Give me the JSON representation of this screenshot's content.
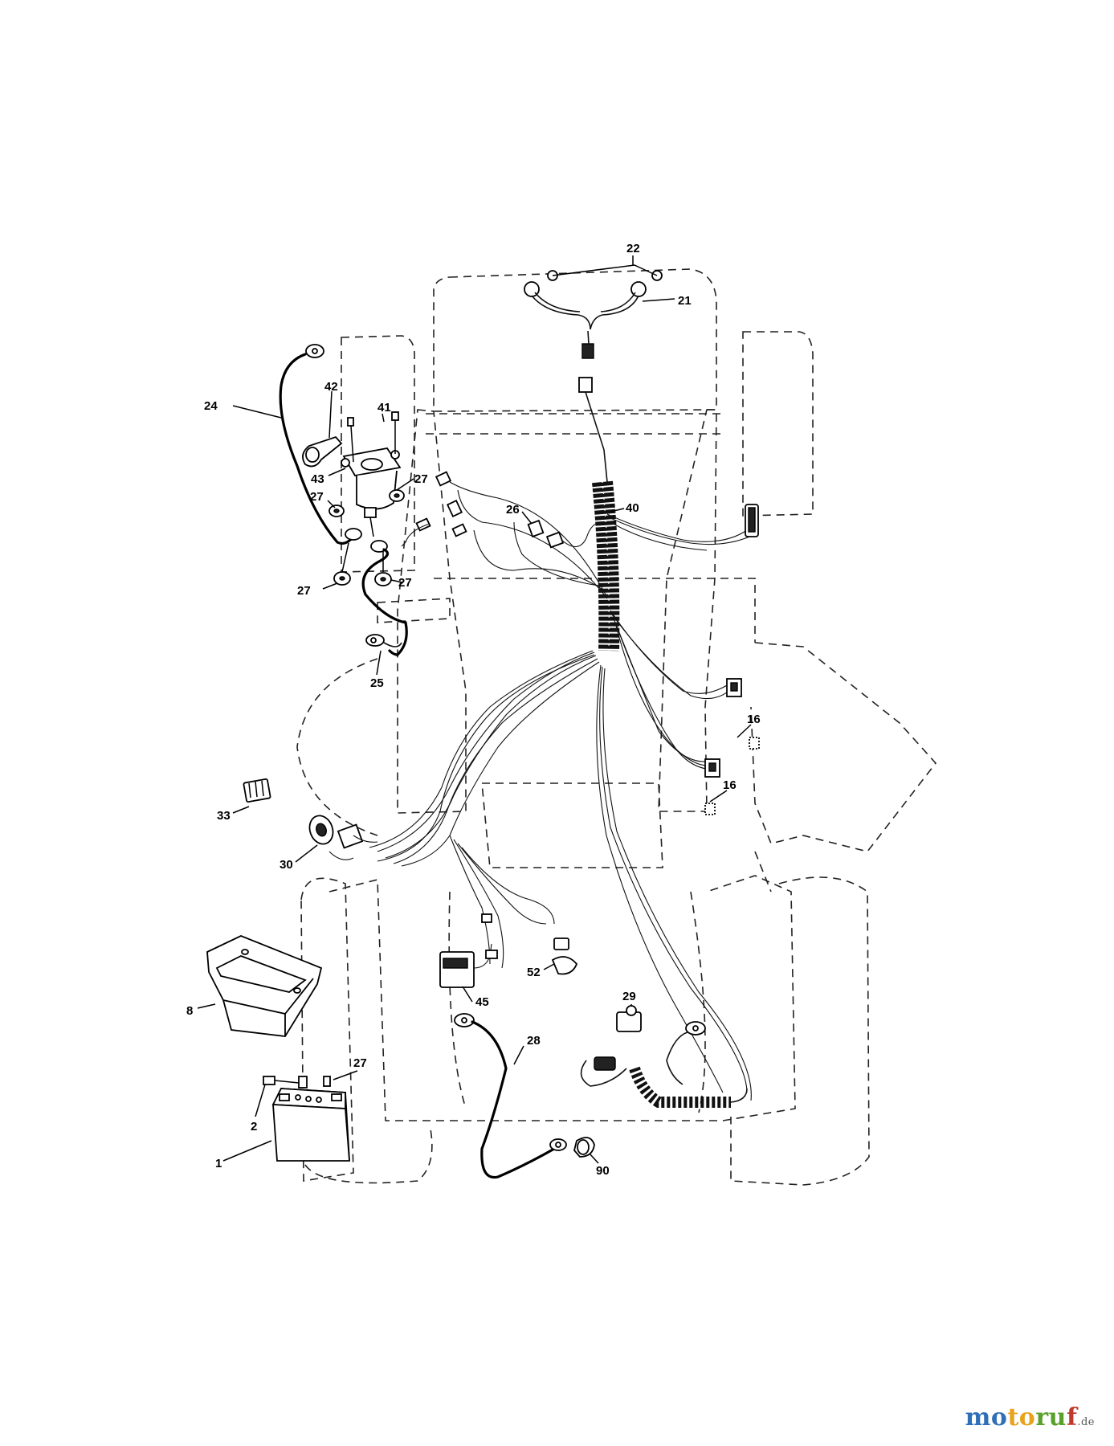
{
  "diagram": {
    "callouts": {
      "c22": "22",
      "c21": "21",
      "c24": "24",
      "c42": "42",
      "c41": "41",
      "c43": "43",
      "c27a": "27",
      "c27b": "27",
      "c27c": "27",
      "c27d": "27",
      "c26": "26",
      "c40": "40",
      "c25": "25",
      "c16a": "16",
      "c16b": "16",
      "c33": "33",
      "c30": "30",
      "c8": "8",
      "c45": "45",
      "c52": "52",
      "c29": "29",
      "c28": "28",
      "c27e": "27",
      "c2": "2",
      "c1": "1",
      "c90": "90"
    }
  },
  "watermark": {
    "part1": "mo",
    "part2": "to",
    "part3": "ru",
    "part4": "f",
    "suffix": ".de"
  }
}
